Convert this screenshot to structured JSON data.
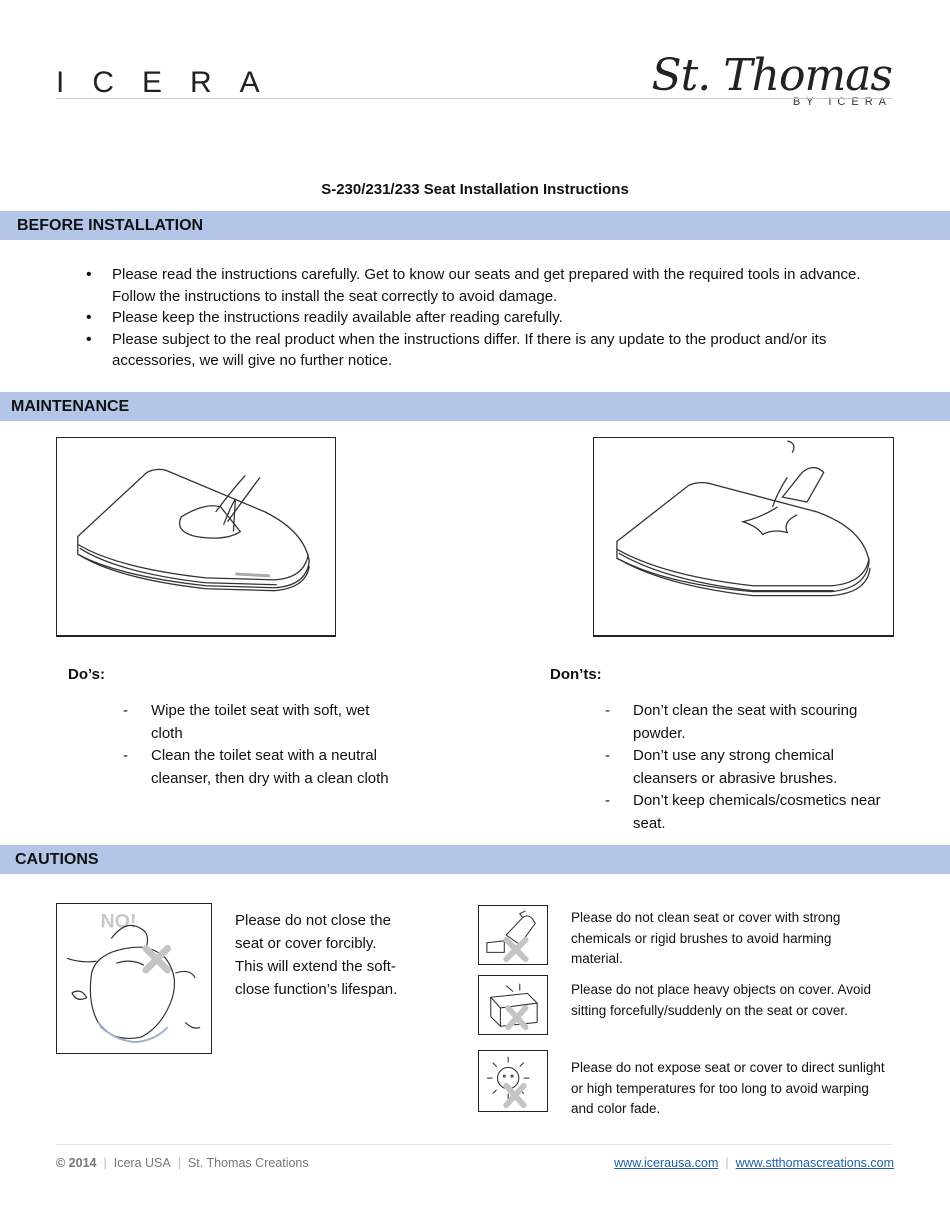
{
  "header": {
    "brand_left": "ICERA",
    "brand_right_script": "St. Thomas",
    "brand_right_sub": "BY ICERA"
  },
  "title": "S-230/231/233 Seat Installation Instructions",
  "before_installation": {
    "heading": "BEFORE INSTALLATION",
    "bullets": [
      "Please read the instructions carefully. Get to know our seats and get prepared with the required tools in advance. Follow the instructions to install the seat correctly to avoid damage.",
      "Please keep the instructions readily available after reading carefully.",
      "Please subject to the real product when the instructions differ. If there is any update to the product and/or its accessories, we will give no further notice."
    ]
  },
  "maintenance": {
    "heading": "MAINTENANCE",
    "dos_heading": "Do’s:",
    "dos": [
      "Wipe the toilet seat with soft, wet cloth",
      "Clean the toilet seat with a neutral cleanser, then dry with a clean cloth"
    ],
    "donts_heading": "Don’ts:",
    "donts": [
      "Don’t clean the seat with scouring powder.",
      "Don’t use any strong chemical cleansers or abrasive brushes.",
      "Don’t keep chemicals/cosmetics near seat."
    ]
  },
  "cautions": {
    "heading": "CAUTIONS",
    "no_label": "NO!",
    "main_text": "Please do not close the seat or cover forcibly. This will extend the soft-close function’s lifespan.",
    "items": [
      "Please do not clean seat or cover with strong chemicals or rigid brushes to avoid harming material.",
      "Please do not place heavy objects on cover. Avoid sitting forcefully/suddenly on the seat or cover.",
      "Please do not expose seat or cover to direct sunlight or high temperatures for too long to avoid warping and color fade."
    ]
  },
  "footer": {
    "year": "© 2014",
    "company": "Icera USA",
    "brand": "St. Thomas Creations",
    "link1": "www.icerausa.com",
    "link2": "www.stthomascreations.com"
  }
}
